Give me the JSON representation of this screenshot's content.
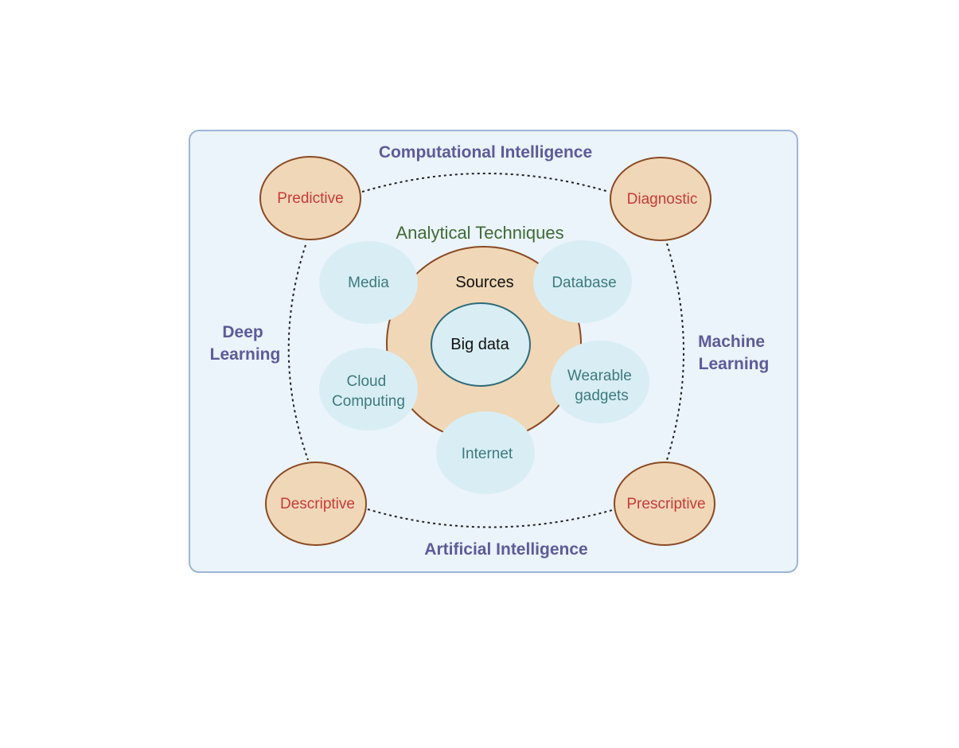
{
  "frameworks": {
    "top": "Computational Intelligence",
    "bottom": "Artificial Intelligence",
    "left": [
      "Deep",
      "Learning"
    ],
    "right": [
      "Machine",
      "Learning"
    ]
  },
  "analytics": {
    "top_left": "Predictive",
    "top_right": "Diagnostic",
    "bottom_left": "Descriptive",
    "bottom_right": "Prescriptive"
  },
  "center": {
    "title": "Analytical Techniques",
    "ring_label": "Sources",
    "core_label": "Big data"
  },
  "sources": {
    "media": [
      "Media"
    ],
    "database": [
      "Database"
    ],
    "cloud": [
      "Cloud",
      "Computing"
    ],
    "wearable": [
      "Wearable",
      "gadgets"
    ],
    "internet": [
      "Internet"
    ]
  },
  "colors": {
    "frame_fill": "#ebf3fb",
    "frame_stroke": "#9cb6d6",
    "analytic_fill": "#f0d7b7",
    "analytic_stroke": "#8a4a22",
    "source_fill": "#d8eef4",
    "core_stroke": "#2e6b7a"
  }
}
